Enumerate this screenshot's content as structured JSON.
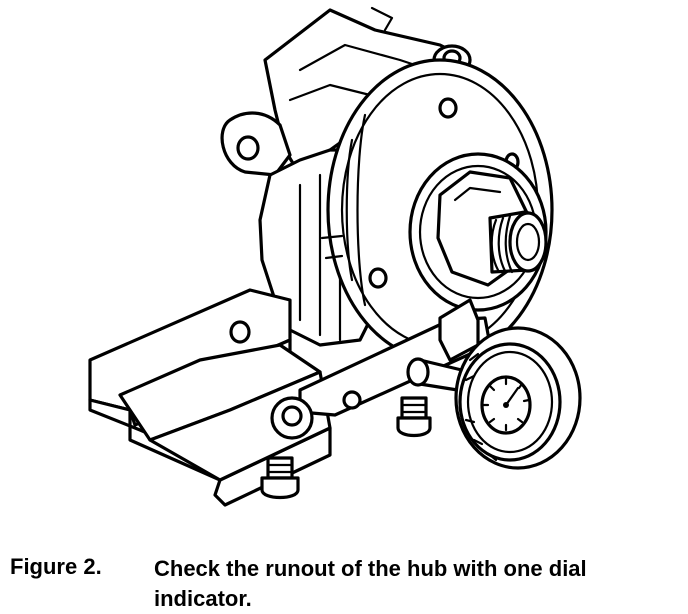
{
  "figure": {
    "label": "Figure 2.",
    "caption": "Check the runout of the hub with one dial indicator."
  },
  "illustration": {
    "parts": [
      "steering-knuckle",
      "wheel-hub-flange",
      "hub-nut",
      "threaded-spindle",
      "mounting-bracket",
      "adjusting-screws",
      "dial-indicator"
    ]
  }
}
